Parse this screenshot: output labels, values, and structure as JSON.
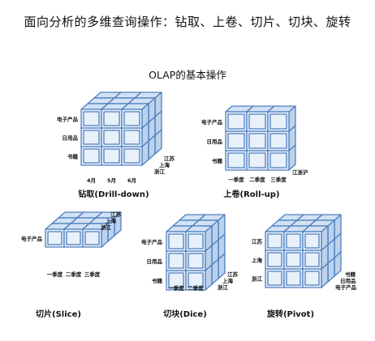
{
  "heading": "面向分析的多维查询操作：钻取、上卷、切片、切块、旋转",
  "subtitle": "OLAP的基本操作",
  "colors": {
    "cube_edge": "#4f7fbf",
    "cube_front": "#e8f0fa",
    "cube_top": "#d2e2f4",
    "cube_side": "#bcd2ec"
  },
  "diagrams": [
    {
      "id": "drilldown",
      "caption": "钻取(Drill-down)",
      "rows": [
        "电子产品",
        "日用品",
        "书籍"
      ],
      "columns": [
        "4月",
        "5月",
        "6月"
      ],
      "depth": [
        "江苏",
        "上海",
        "浙江"
      ]
    },
    {
      "id": "rollup",
      "caption": "上卷(Roll-up)",
      "rows": [
        "电子产品",
        "日用品",
        "书籍"
      ],
      "columns": [
        "一季度",
        "二季度",
        "三季度"
      ],
      "depth": [
        "江浙沪"
      ]
    },
    {
      "id": "slice",
      "caption": "切片(Slice)",
      "rows": [
        "电子产品"
      ],
      "columns": [
        "一季度",
        "二季度",
        "三季度"
      ],
      "depth": [
        "江苏",
        "上海",
        "浙江"
      ]
    },
    {
      "id": "dice",
      "caption": "切块(Dice)",
      "rows": [
        "电子产品",
        "日用品",
        "书籍"
      ],
      "columns": [
        "一季度",
        "二季度"
      ],
      "depth": [
        "江苏",
        "上海",
        "浙江"
      ]
    },
    {
      "id": "pivot",
      "caption": "旋转(Pivot)",
      "rows": [
        "江苏",
        "上海",
        "浙江"
      ],
      "columns": [
        "一季度",
        "二季度",
        "三季度"
      ],
      "depth": [
        "书籍",
        "日用品",
        "电子产品"
      ]
    }
  ]
}
